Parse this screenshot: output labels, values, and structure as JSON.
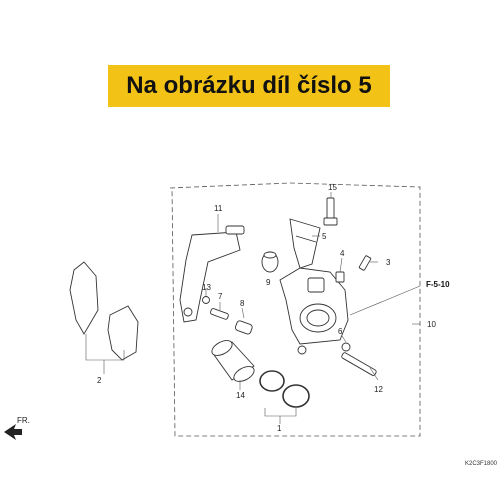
{
  "banner": {
    "text": "Na obrázku díl číslo 5",
    "color": "#f2c316"
  },
  "direction_label": "FR.",
  "reference_label": "F-5-10",
  "diagram_code": "K2C3F1800",
  "part_numbers": [
    "1",
    "2",
    "3",
    "4",
    "5",
    "6",
    "7",
    "8",
    "9",
    "10",
    "11",
    "12",
    "13",
    "14",
    "15"
  ]
}
